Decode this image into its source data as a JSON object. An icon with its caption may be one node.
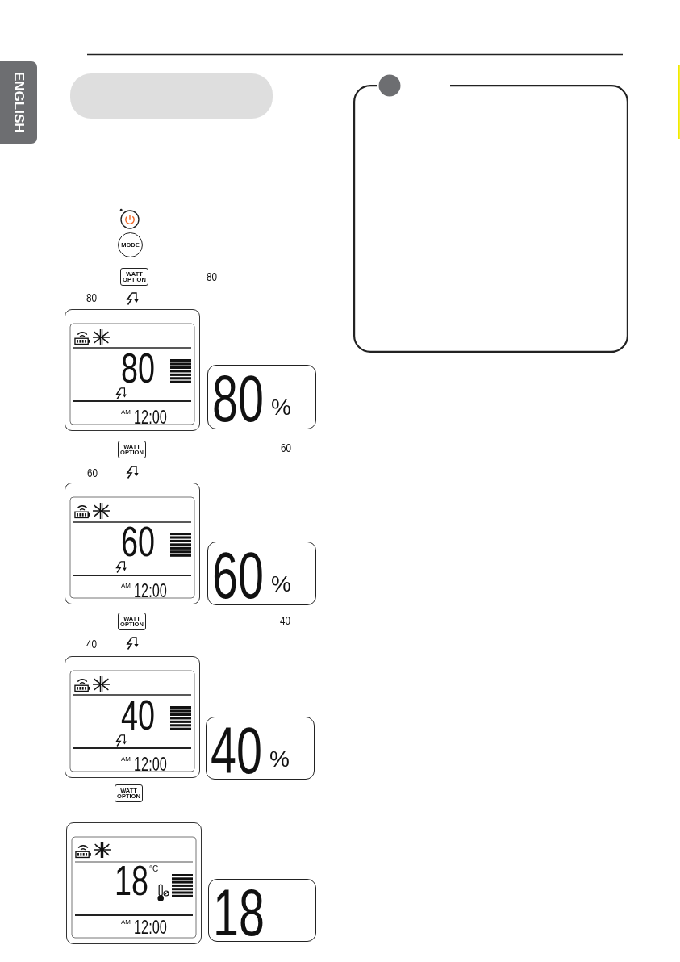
{
  "diagram": {
    "nodes": [
      {
        "text": [
          "ENGLISH"
        ]
      },
      {
        "text": [],
        "shape": "box"
      },
      {
        "text": [
          "MODE"
        ]
      },
      {
        "text": [
          "WATT OPTION"
        ]
      },
      {
        "text": [
          "80",
          "AM",
          "12:00"
        ]
      },
      {
        "text": [
          "80",
          "%"
        ]
      },
      {
        "text": [
          "WATT OPTION"
        ]
      },
      {
        "text": [
          "60",
          "AM",
          "12:00"
        ]
      },
      {
        "text": [
          "60",
          "%"
        ]
      },
      {
        "text": [
          "WATT OPTION"
        ]
      },
      {
        "text": [
          "40",
          "AM",
          "12:00"
        ]
      },
      {
        "text": [
          "40",
          "%"
        ]
      },
      {
        "text": [
          "WATT OPTION"
        ]
      },
      {
        "text": [
          "18",
          "°C",
          "AM",
          "12:00"
        ]
      },
      {
        "text": [
          "18"
        ]
      },
      {
        "text": [],
        "shape": "box"
      }
    ],
    "labels": [
      "80",
      "80",
      "60",
      "60",
      "40",
      "40"
    ]
  }
}
